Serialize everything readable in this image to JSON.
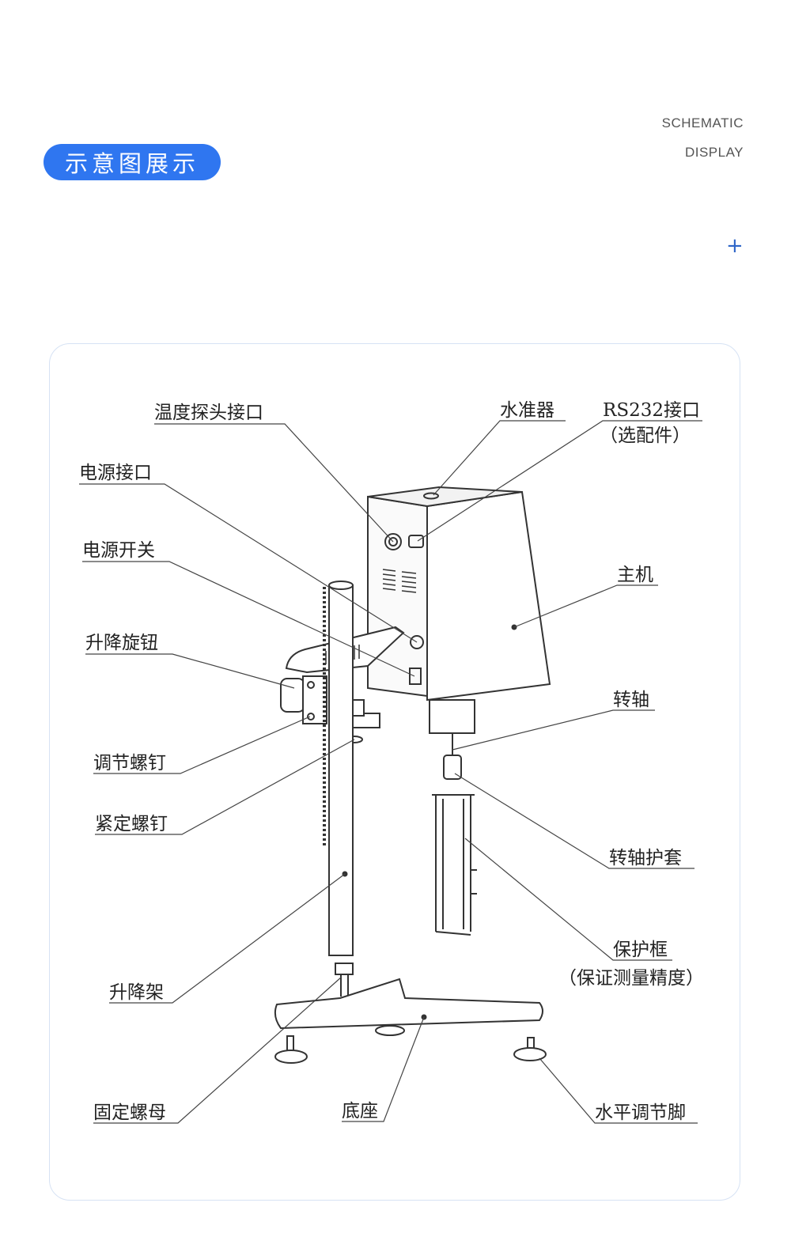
{
  "header": {
    "title": "示意图展示",
    "english_line1": "SCHEMATIC",
    "english_line2": "DISPLAY",
    "plus": "+"
  },
  "colors": {
    "accent": "#2f76f0",
    "card_border": "#d6e2f4"
  },
  "labels": {
    "temp_probe_port": "温度探头接口",
    "level": "水准器",
    "rs232_port": "RS232接口",
    "rs232_optional": "（选配件）",
    "power_port": "电源接口",
    "power_switch": "电源开关",
    "main_unit": "主机",
    "lift_knob": "升降旋钮",
    "shaft": "转轴",
    "adjust_screw": "调节螺钉",
    "lock_screw": "紧定螺钉",
    "shaft_sleeve": "转轴护套",
    "guard_frame": "保护框",
    "guard_frame_note": "（保证测量精度）",
    "lift_stand": "升降架",
    "fixing_nut": "固定螺母",
    "base": "底座",
    "leveling_foot": "水平调节脚"
  }
}
